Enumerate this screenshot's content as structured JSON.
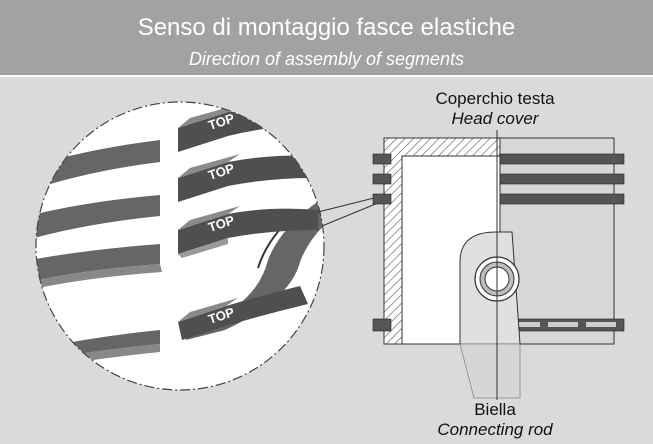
{
  "header": {
    "title": "Senso di montaggio fasce elastiche",
    "subtitle": "Direction of assembly of segments"
  },
  "labels": {
    "head_cover_it": "Coperchio testa",
    "head_cover_en": "Head cover",
    "connecting_rod_it": "Biella",
    "connecting_rod_en": "Connecting rod"
  },
  "rings": [
    {
      "mark": "TOP"
    },
    {
      "mark": "TOP"
    },
    {
      "mark": "TOP"
    },
    {
      "mark": "TOP"
    }
  ],
  "colors": {
    "header_bg": "#a2a2a2",
    "page_bg": "#dadada",
    "ring_dark": "#555555",
    "ring_light": "#8a8a8a"
  }
}
